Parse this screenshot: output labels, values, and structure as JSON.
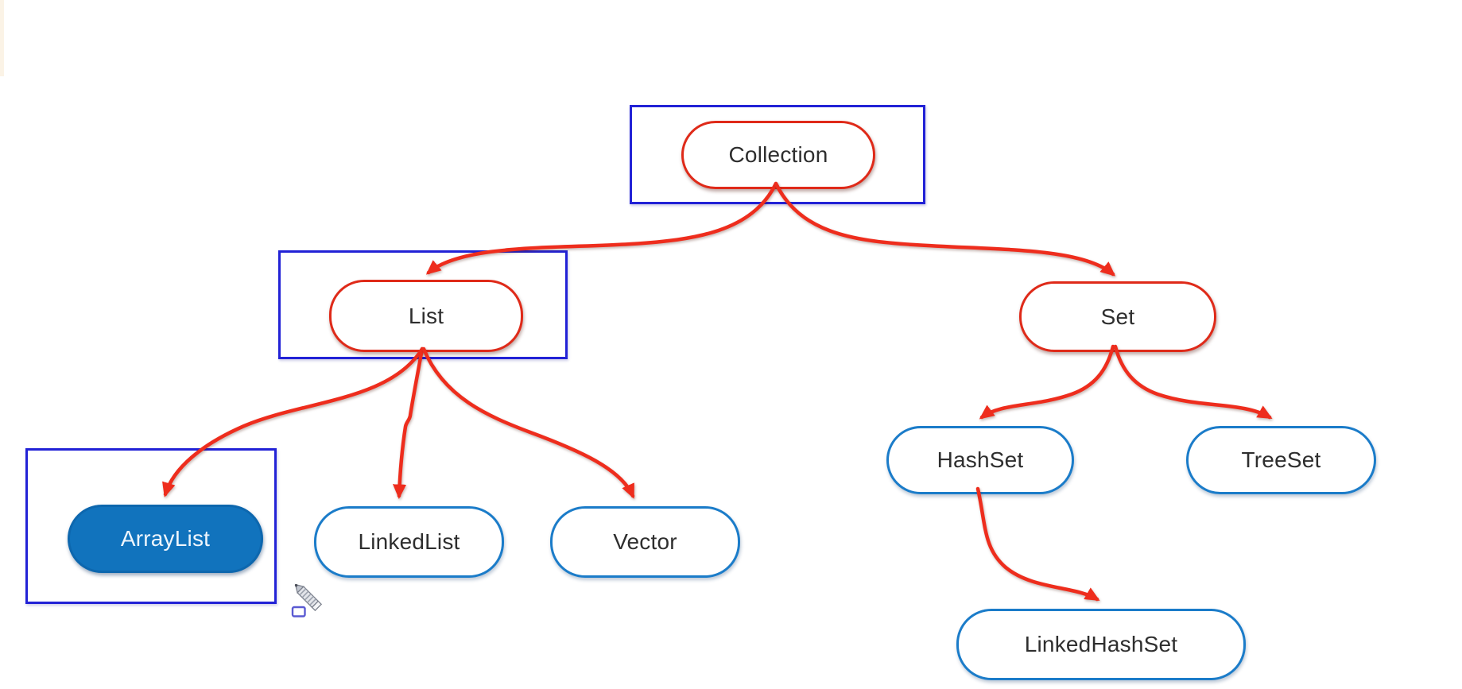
{
  "app": {
    "type": "collection-hierarchy-diagram",
    "background": "#ffffff"
  },
  "colors": {
    "highlight_box_blue": "#2222d6",
    "red_node_border": "#df2a19",
    "blue_node_border": "#1b7cc9",
    "selected_node_fill": "#1173bd",
    "arrow_red": "#ee2d1d",
    "node_text": "#2e2e2e",
    "selected_node_text": "#eef5fc"
  },
  "nodes": {
    "collection": {
      "label": "Collection",
      "style": "red-outline",
      "annotated_with_blue_box": true
    },
    "list": {
      "label": "List",
      "style": "red-outline",
      "annotated_with_blue_box": true
    },
    "set": {
      "label": "Set",
      "style": "red-outline",
      "annotated_with_blue_box": false
    },
    "arraylist": {
      "label": "ArrayList",
      "style": "blue-filled-selected",
      "annotated_with_blue_box": true
    },
    "linkedlist": {
      "label": "LinkedList",
      "style": "blue-outline",
      "annotated_with_blue_box": false
    },
    "vector": {
      "label": "Vector",
      "style": "blue-outline",
      "annotated_with_blue_box": false
    },
    "hashset": {
      "label": "HashSet",
      "style": "blue-outline",
      "annotated_with_blue_box": false
    },
    "treeset": {
      "label": "TreeSet",
      "style": "blue-outline",
      "annotated_with_blue_box": false
    },
    "linkedhashset": {
      "label": "LinkedHashSet",
      "style": "blue-outline",
      "annotated_with_blue_box": false
    }
  },
  "edges": [
    {
      "from": "Collection",
      "to": "List"
    },
    {
      "from": "Collection",
      "to": "Set"
    },
    {
      "from": "List",
      "to": "ArrayList"
    },
    {
      "from": "List",
      "to": "LinkedList"
    },
    {
      "from": "List",
      "to": "Vector"
    },
    {
      "from": "Set",
      "to": "HashSet"
    },
    {
      "from": "Set",
      "to": "TreeSet"
    },
    {
      "from": "HashSet",
      "to": "LinkedHashSet"
    }
  ],
  "cursor": {
    "icon": "pencil-cursor-icon",
    "has_selection_square": true
  }
}
